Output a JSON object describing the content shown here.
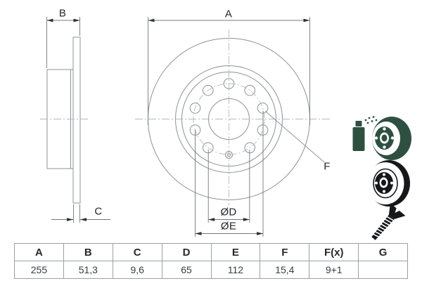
{
  "dimension_labels": {
    "A": "A",
    "B": "B",
    "C": "C",
    "D": "ØD",
    "E": "ØE",
    "F": "F"
  },
  "table": {
    "headers": [
      "A",
      "B",
      "C",
      "D",
      "E",
      "F",
      "F(x)",
      "G"
    ],
    "values": [
      "255",
      "51,3",
      "9,6",
      "65",
      "112",
      "15,4",
      "9+1",
      ""
    ]
  },
  "icons": {
    "coated_disc_color": "#2e5041",
    "part_color": "#15171a"
  },
  "colors": {
    "outline": "#8d9194",
    "dimension_line": "#74787c",
    "centerline": "#b5b9bc",
    "arrow": "#2f3234",
    "table_border": "#9ba1a5"
  }
}
